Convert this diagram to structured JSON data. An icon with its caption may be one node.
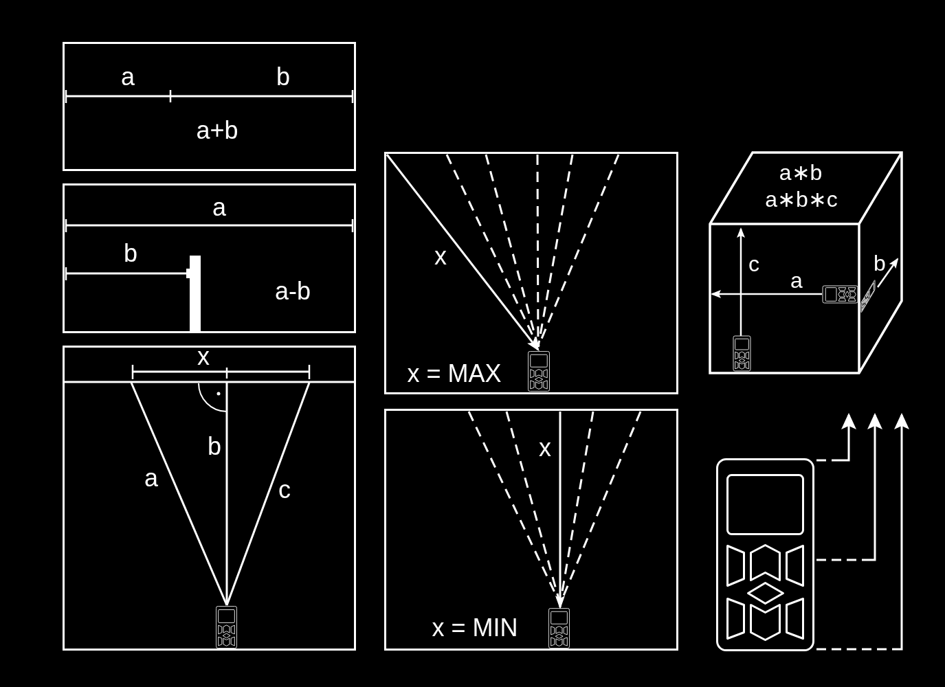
{
  "diagram": {
    "nodes": [
      {
        "text": [
          "a",
          "b",
          "a+b"
        ]
      },
      {
        "text": [
          "a",
          "b",
          "a-b"
        ]
      },
      {
        "text": [],
        "shape": "bar",
        "in": 1
      },
      {
        "text": [
          "x",
          "b",
          "a",
          "c"
        ]
      },
      {
        "text": [
          "x",
          "x = MAX"
        ]
      },
      {
        "text": [
          "x",
          "x = MIN"
        ]
      },
      {
        "text": [
          "a∗b",
          "a∗b∗c",
          "c",
          "a",
          "b"
        ]
      },
      {
        "text": [],
        "shape": "picture"
      }
    ],
    "edges": [
      {
        "from": 7,
        "to": null,
        "arrow": "to"
      },
      {
        "from": 7,
        "to": null,
        "arrow": "to"
      },
      {
        "from": 7,
        "to": null,
        "arrow": "to"
      }
    ]
  }
}
